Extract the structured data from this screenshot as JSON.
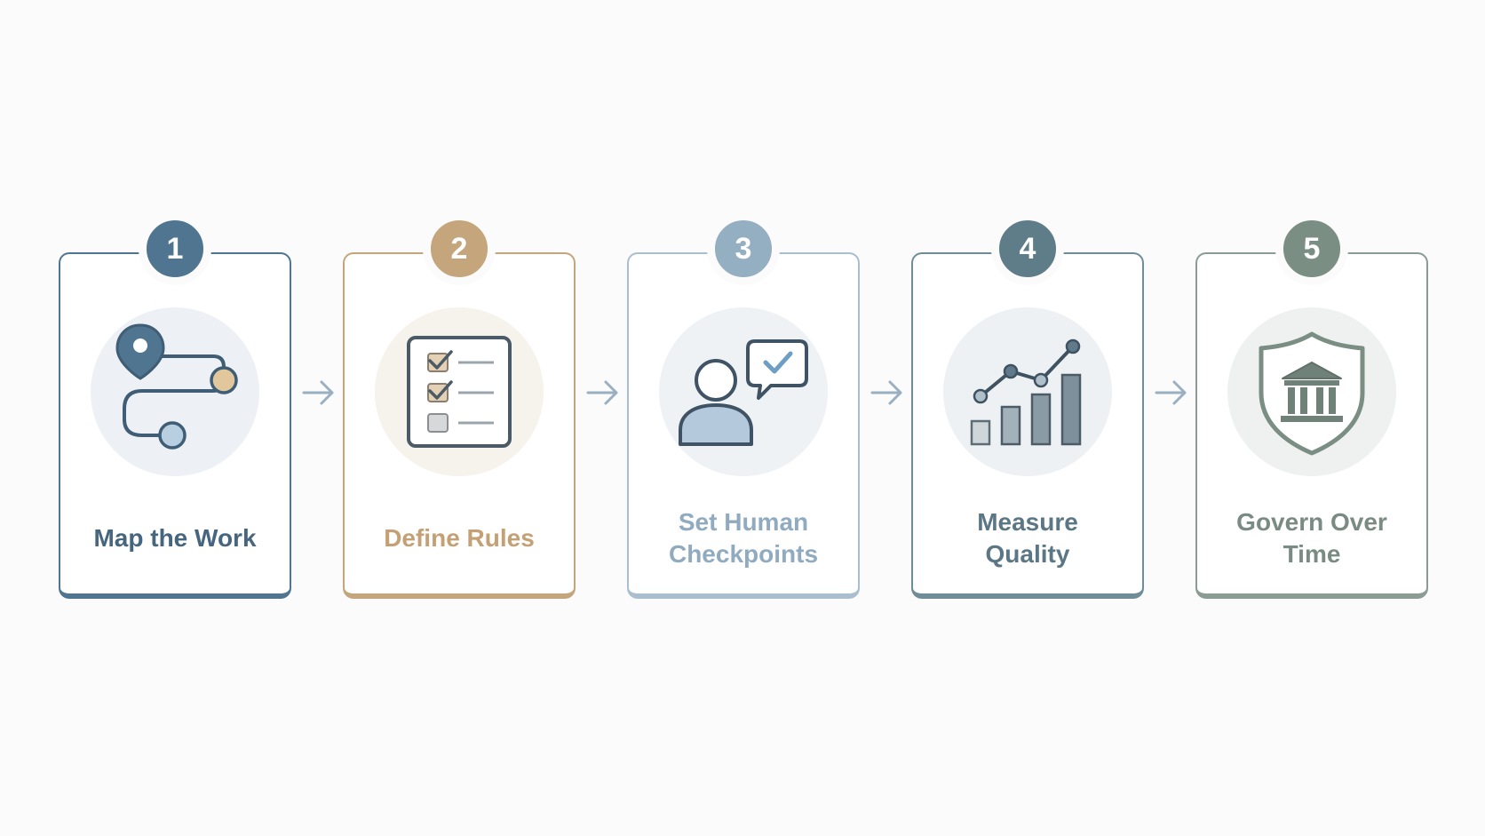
{
  "steps": [
    {
      "number": "1",
      "label": "Map the Work",
      "icon": "route-map-icon",
      "color": "#4f7590",
      "bg": "#edf1f5"
    },
    {
      "number": "2",
      "label": "Define Rules",
      "icon": "checklist-icon",
      "color": "#c4a57c",
      "bg": "#f6f2ec"
    },
    {
      "number": "3",
      "label": "Set Human Checkpoints",
      "icon": "person-checkpoint-icon",
      "color": "#94aec2",
      "bg": "#eef2f5"
    },
    {
      "number": "4",
      "label": "Measure Quality",
      "icon": "bar-line-chart-icon",
      "color": "#5e7d89",
      "bg": "#eef1f3"
    },
    {
      "number": "5",
      "label": "Govern Over Time",
      "icon": "shield-institution-icon",
      "color": "#7a8e84",
      "bg": "#eff1f0"
    }
  ],
  "arrow_color": "#9ab0c2"
}
